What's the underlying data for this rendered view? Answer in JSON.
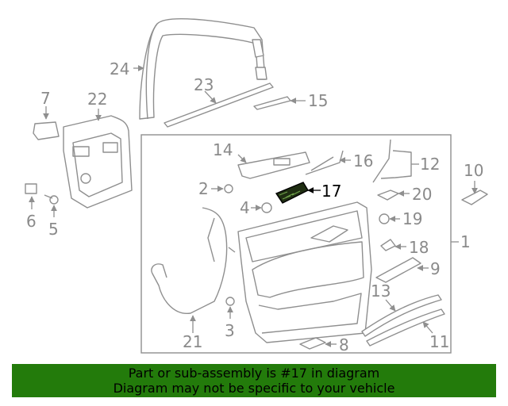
{
  "diagram": {
    "labels": [
      "24",
      "23",
      "15",
      "7",
      "22",
      "14",
      "16",
      "12",
      "10",
      "2",
      "17",
      "20",
      "4",
      "19",
      "6",
      "5",
      "18",
      "1",
      "9",
      "13",
      "21",
      "3",
      "11",
      "8"
    ],
    "highlighted_part": "17",
    "highlight_color": "#237b0b"
  },
  "banner": {
    "line1": "Part or sub-assembly is #17 in diagram",
    "line2": "Diagram may not be specific to your vehicle",
    "background": "#237b0b"
  }
}
